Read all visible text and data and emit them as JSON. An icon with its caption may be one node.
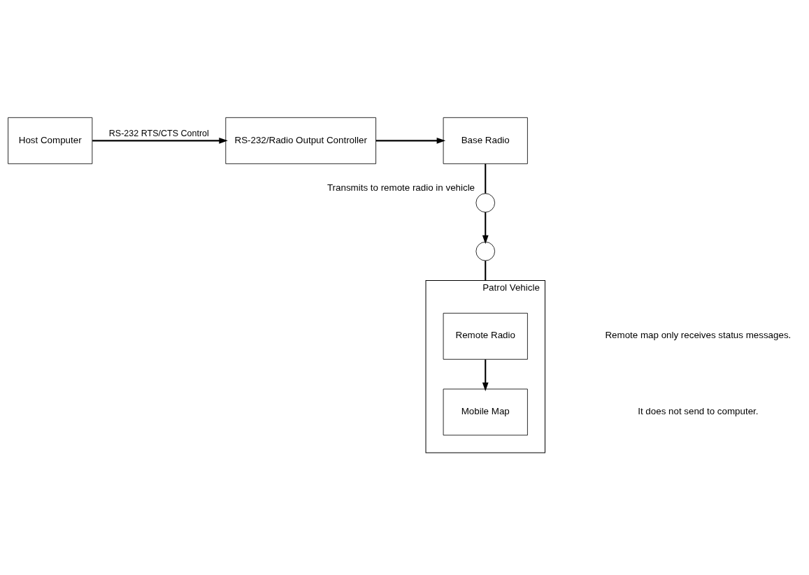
{
  "diagram": {
    "nodes": [
      {
        "text": [
          "Host Computer"
        ]
      },
      {
        "text": [
          "RS-232/Radio Output Controller"
        ]
      },
      {
        "text": [
          "Base Radio"
        ]
      },
      {
        "text": [],
        "shape": "circle",
        "beside": [
          "Transmits to remote radio in vehicle"
        ]
      },
      {
        "text": [],
        "shape": "circle"
      },
      {
        "text": [
          "Patrol Vehicle"
        ]
      },
      {
        "text": [
          "Remote Radio"
        ],
        "in": 5
      },
      {
        "text": [
          "Mobile Map"
        ],
        "in": 5
      }
    ],
    "edges": [
      {
        "from": 0,
        "to": 1,
        "arrow": "to",
        "label": "RS-232 RTS/CTS Control"
      },
      {
        "from": 1,
        "to": 2,
        "arrow": "to"
      },
      {
        "from": 2,
        "to": 3,
        "arrow": "none"
      },
      {
        "from": 3,
        "to": 4,
        "arrow": "to"
      },
      {
        "from": 4,
        "to": 5,
        "arrow": "none"
      },
      {
        "from": 6,
        "to": 7,
        "arrow": "to"
      }
    ],
    "labels": [
      "Remote map only receives status messages.",
      "It does not send to computer."
    ]
  }
}
